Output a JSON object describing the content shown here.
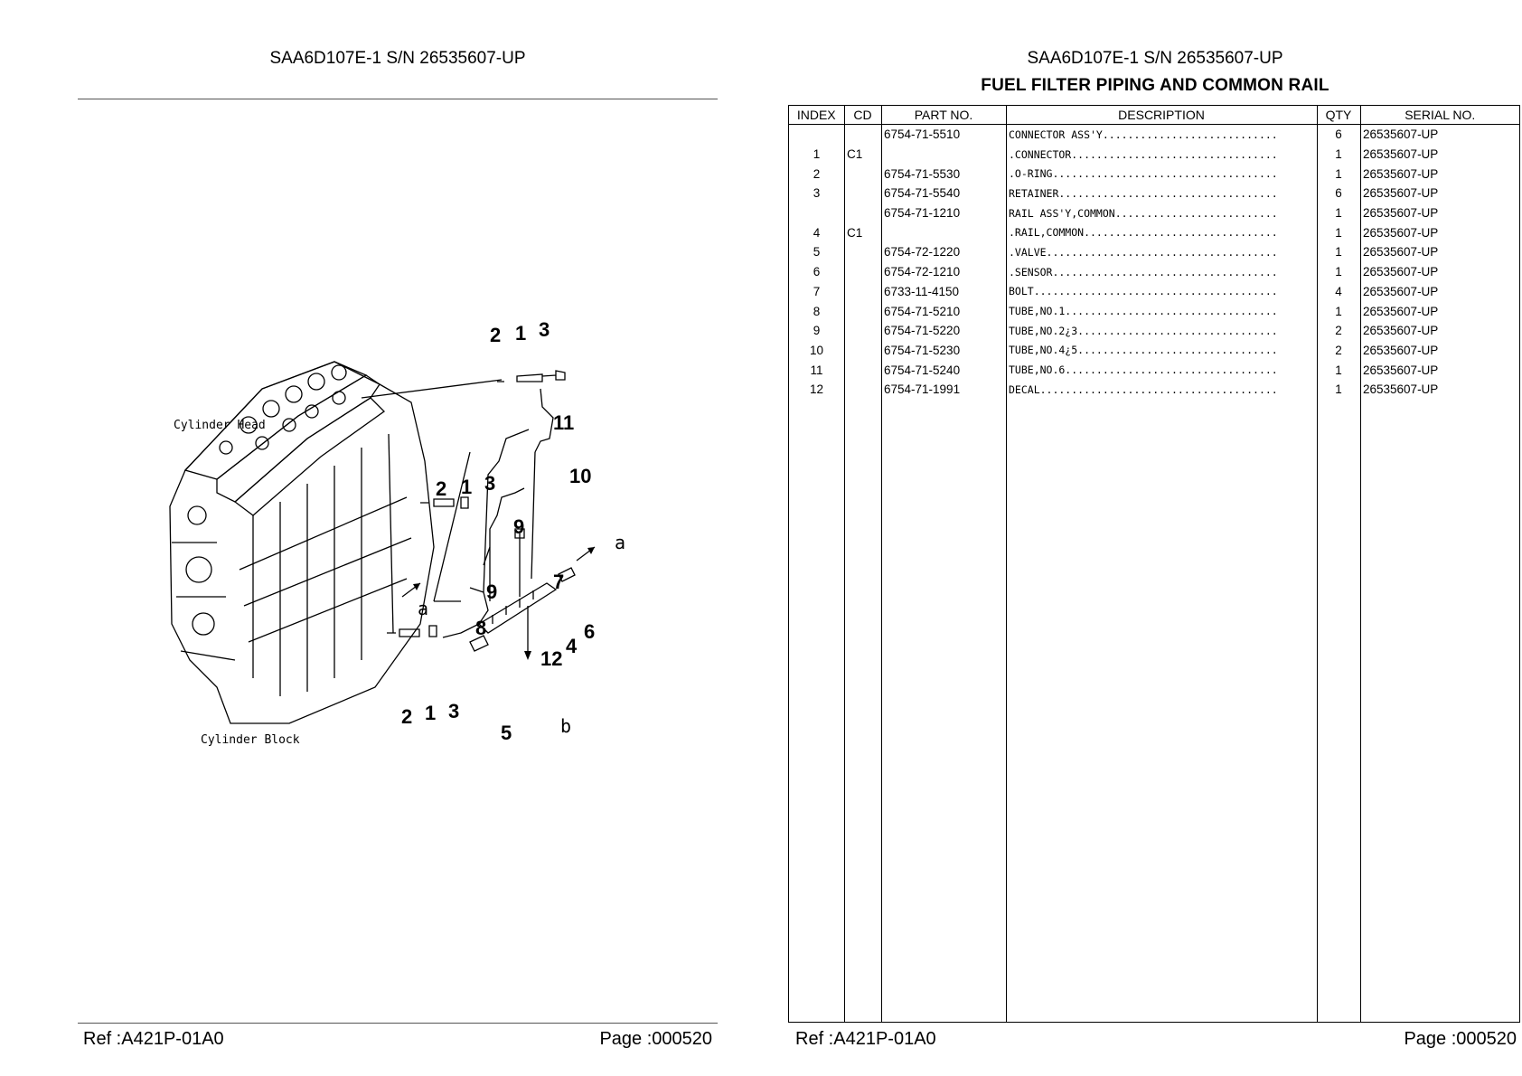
{
  "left_page": {
    "title": "SAA6D107E-1 S/N 26535607-UP",
    "ref": "Ref :A421P-01A0",
    "page": "Page :000520",
    "illustration": {
      "labels": {
        "cylinder_head": "Cylinder Head",
        "cylinder_block": "Cylinder Block"
      },
      "callouts": [
        "2",
        "1",
        "3",
        "11",
        "10",
        "2",
        "1",
        "3",
        "9",
        "9",
        "7",
        "8",
        "6",
        "4",
        "12",
        "2",
        "1",
        "3",
        "5"
      ],
      "arrows": [
        "a",
        "a",
        "b"
      ]
    }
  },
  "right_page": {
    "title": "SAA6D107E-1 S/N 26535607-UP",
    "subtitle": "FUEL FILTER PIPING AND COMMON RAIL",
    "ref": "Ref :A421P-01A0",
    "page": "Page :000520",
    "table": {
      "headers": [
        "INDEX",
        "CD",
        "PART NO.",
        "DESCRIPTION",
        "QTY",
        "SERIAL NO."
      ],
      "rows": [
        {
          "index": "",
          "cd": "",
          "part": "6754-71-5510",
          "desc": "CONNECTOR ASS'Y............................",
          "qty": "6",
          "serial": "26535607-UP"
        },
        {
          "index": "1",
          "cd": "C1",
          "part": "",
          "desc": ".CONNECTOR.................................",
          "qty": "1",
          "serial": "26535607-UP"
        },
        {
          "index": "2",
          "cd": "",
          "part": "6754-71-5530",
          "desc": ".O-RING....................................",
          "qty": "1",
          "serial": "26535607-UP"
        },
        {
          "index": "3",
          "cd": "",
          "part": "6754-71-5540",
          "desc": "RETAINER...................................",
          "qty": "6",
          "serial": "26535607-UP"
        },
        {
          "index": "",
          "cd": "",
          "part": "6754-71-1210",
          "desc": "RAIL ASS'Y,COMMON..........................",
          "qty": "1",
          "serial": "26535607-UP"
        },
        {
          "index": "4",
          "cd": "C1",
          "part": "",
          "desc": ".RAIL,COMMON...............................",
          "qty": "1",
          "serial": "26535607-UP"
        },
        {
          "index": "5",
          "cd": "",
          "part": "6754-72-1220",
          "desc": ".VALVE.....................................",
          "qty": "1",
          "serial": "26535607-UP"
        },
        {
          "index": "6",
          "cd": "",
          "part": "6754-72-1210",
          "desc": ".SENSOR....................................",
          "qty": "1",
          "serial": "26535607-UP"
        },
        {
          "index": "7",
          "cd": "",
          "part": "6733-11-4150",
          "desc": "BOLT.......................................",
          "qty": "4",
          "serial": "26535607-UP"
        },
        {
          "index": "8",
          "cd": "",
          "part": "6754-71-5210",
          "desc": "TUBE,NO.1..................................",
          "qty": "1",
          "serial": "26535607-UP"
        },
        {
          "index": "9",
          "cd": "",
          "part": "6754-71-5220",
          "desc": "TUBE,NO.2¿3................................",
          "qty": "2",
          "serial": "26535607-UP"
        },
        {
          "index": "10",
          "cd": "",
          "part": "6754-71-5230",
          "desc": "TUBE,NO.4¿5................................",
          "qty": "2",
          "serial": "26535607-UP"
        },
        {
          "index": "11",
          "cd": "",
          "part": "6754-71-5240",
          "desc": "TUBE,NO.6..................................",
          "qty": "1",
          "serial": "26535607-UP"
        },
        {
          "index": "12",
          "cd": "",
          "part": "6754-71-1991",
          "desc": "DECAL......................................",
          "qty": "1",
          "serial": "26535607-UP"
        }
      ]
    }
  }
}
